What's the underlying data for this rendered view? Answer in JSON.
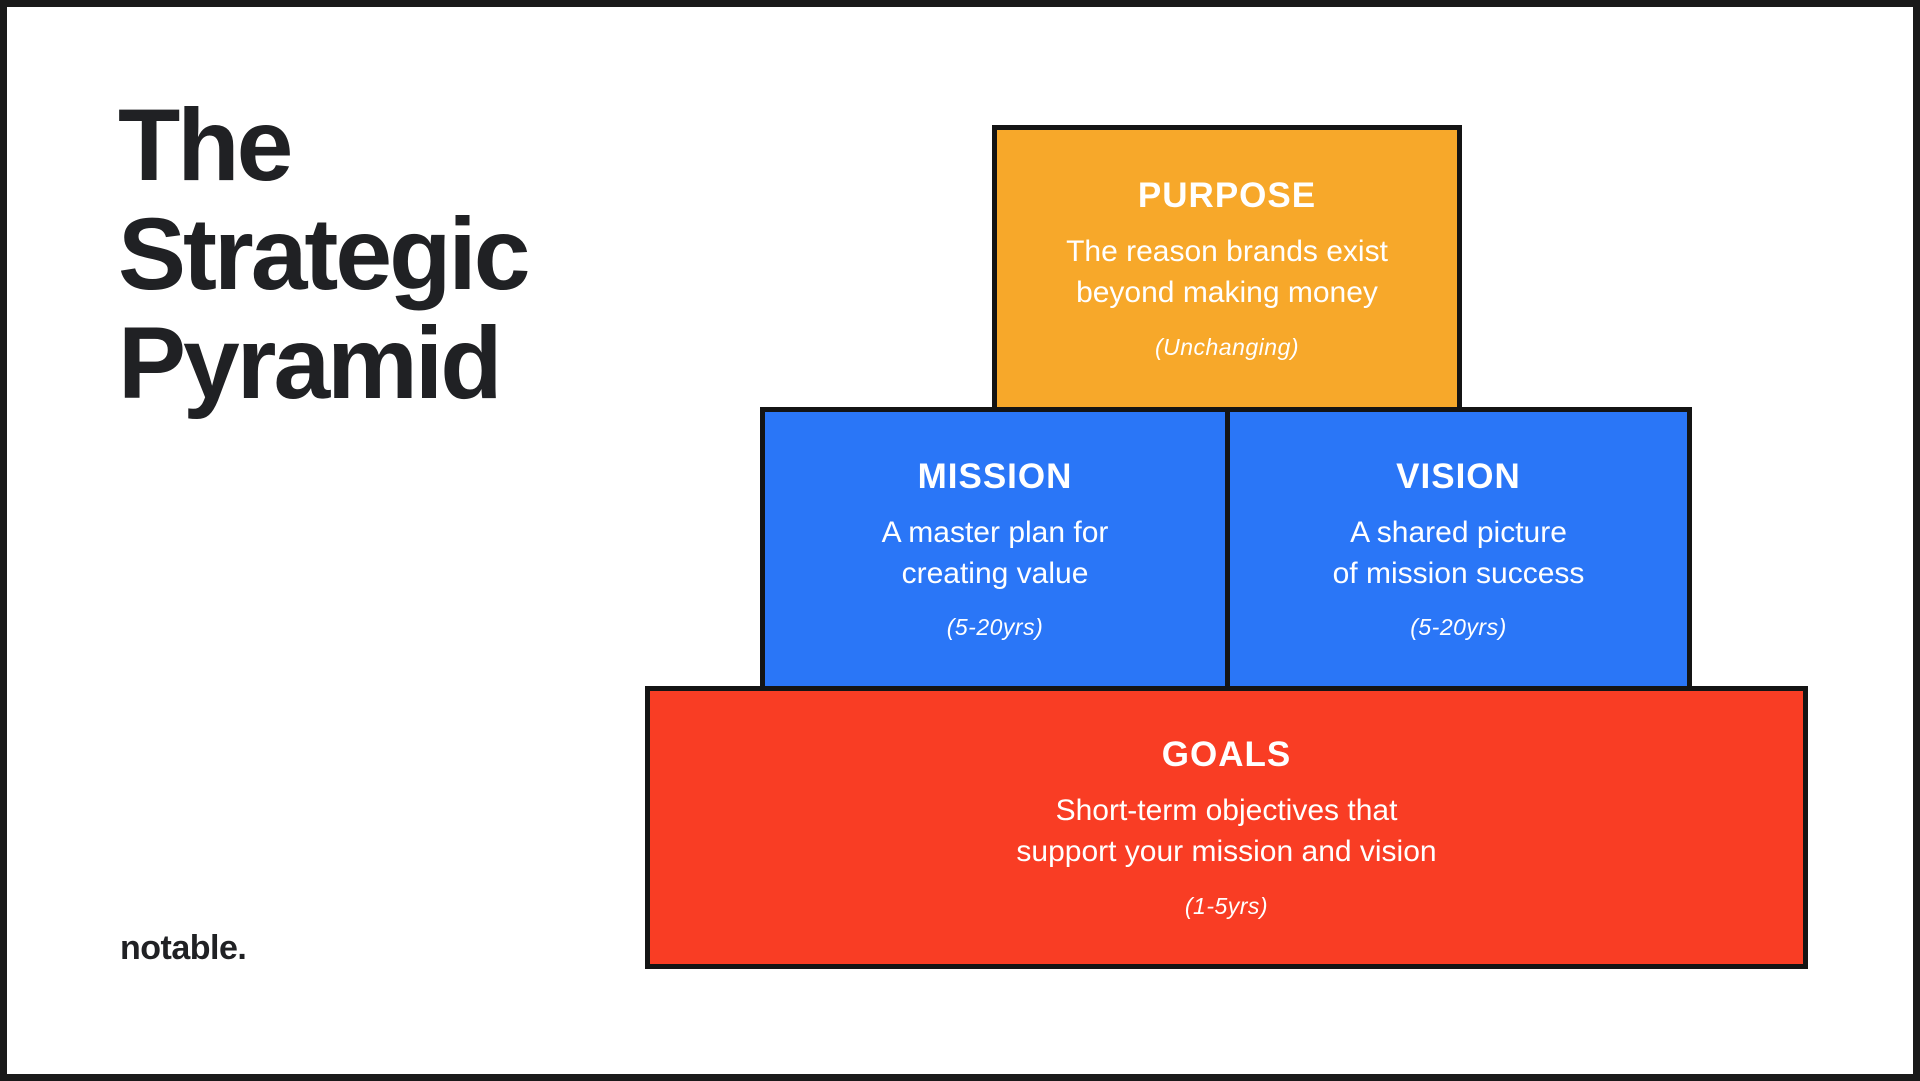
{
  "meta": {
    "colors": {
      "frame": "#1a1a1a",
      "canvas": "#ffffff",
      "box-border": "#141414",
      "ink": "#202124",
      "box-text": "#ffffff"
    }
  },
  "title": {
    "text": "The Strategic Pyramid",
    "lines": [
      "The",
      "Strategic",
      "Pyramid"
    ]
  },
  "logo": {
    "text": "notable."
  },
  "pyramid": {
    "levels": [
      {
        "id": "purpose",
        "label": "PURPOSE",
        "description": "The reason brands exist beyond making money",
        "description_lines": [
          "The reason brands exist",
          "beyond making money"
        ],
        "timeframe": "(Unchanging)",
        "color": "#F7A82A"
      },
      {
        "id": "mission",
        "label": "MISSION",
        "description": "A master plan for creating value",
        "description_lines": [
          "A master plan for",
          "creating value"
        ],
        "timeframe": "(5-20yrs)",
        "color": "#2A76F7"
      },
      {
        "id": "vision",
        "label": "VISION",
        "description": "A shared picture of mission success",
        "description_lines": [
          "A shared picture",
          "of mission success"
        ],
        "timeframe": "(5-20yrs)",
        "color": "#2A76F7"
      },
      {
        "id": "goals",
        "label": "GOALS",
        "description": "Short-term objectives that support your mission and vision",
        "description_lines": [
          "Short-term objectives that",
          "support your mission and vision"
        ],
        "timeframe": "(1-5yrs)",
        "color": "#F93D24"
      }
    ]
  }
}
